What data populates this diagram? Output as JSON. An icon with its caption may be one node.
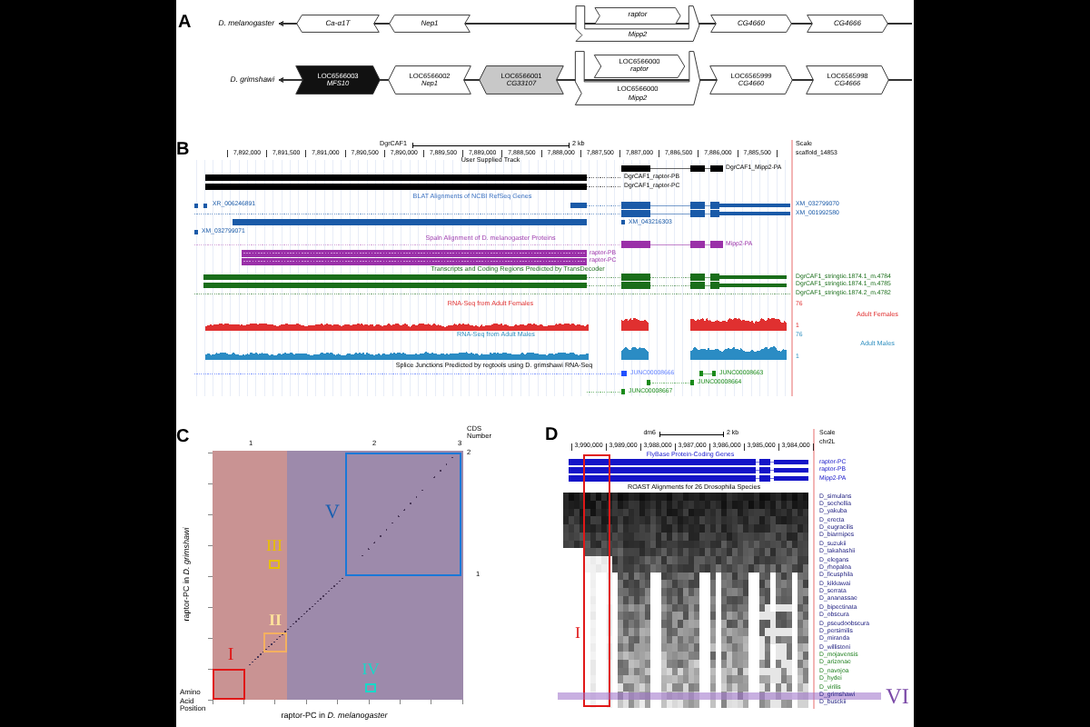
{
  "diagram": {
    "nodes": [
      {
        "text": [
          "Ca-α1T"
        ]
      },
      {
        "text": [
          "Nep1"
        ]
      },
      {
        "text": [
          "Mipp2"
        ]
      },
      {
        "text": [
          "raptor"
        ],
        "in": 2
      },
      {
        "text": [
          "CG4660"
        ]
      },
      {
        "text": [
          "CG4666"
        ]
      },
      {
        "text": [
          "LOC6566003",
          "MFS10"
        ]
      },
      {
        "text": [
          "LOC6566002",
          "Nep1"
        ]
      },
      {
        "text": [
          "LOC6566001",
          "CG33107"
        ]
      },
      {
        "text": [
          "LOC6566000",
          "Mipp2"
        ]
      },
      {
        "text": [
          "LOC6566000",
          "raptor"
        ],
        "in": 9
      },
      {
        "text": [
          "LOC6565999",
          "CG4660"
        ]
      },
      {
        "text": [
          "LOC6565998",
          "CG4666"
        ]
      },
      {
        "text": [
          "I"
        ]
      },
      {
        "text": [
          "II"
        ]
      },
      {
        "text": [
          "III"
        ]
      },
      {
        "text": [
          "IV"
        ]
      },
      {
        "text": [
          "V"
        ]
      },
      {
        "text": [
          "I"
        ]
      },
      {
        "text": [
          "VI"
        ]
      }
    ],
    "labels": [
      "A",
      "D. melanogaster",
      "D. grimshawi",
      "B",
      "DgrCAF1",
      "2 kb",
      "Scale",
      "7,892,000",
      "7,891,500",
      "7,891,000",
      "7,890,500",
      "7,890,000",
      "7,889,500",
      "7,889,000",
      "7,888,500",
      "7,888,000",
      "7,887,500",
      "7,887,000",
      "7,886,500",
      "7,886,000",
      "7,885,500",
      "scaffold_14853",
      "User Supplied Track",
      "DgrCAF1_Mipp2-PA",
      "DgrCAF1_raptor-PB",
      "DgrCAF1_raptor-PC",
      "BLAT Alignments of NCBI RefSeq Genes",
      "XR_006246891",
      "XM_032799070",
      "XM_001992580",
      "XM_043216303",
      "XM_032799071",
      "Spaln Alignment of D. melanogaster Proteins",
      "Mipp2-PA",
      "raptor-PB",
      "raptor-PC",
      "Transcripts and Coding Regions Predicted by TransDecoder",
      "DgrCAF1_stringtie.1874.1_m.4784",
      "DgrCAF1_stringtie.1874.1_m.4785",
      "DgrCAF1_stringtie.1874.2_m.4782",
      "RNA-Seq from Adult Females",
      "76",
      "Adult Females",
      "1",
      "RNA-Seq from Adult Males",
      "76",
      "Adult Males",
      "1",
      "Splice Junctions Predicted by regtools using D. grimshawi RNA-Seq",
      "JUNC00008666",
      "JUNC00008663",
      "JUNC00008664",
      "JUNC00008667",
      "C",
      "CDS Number",
      "1",
      "2",
      "3",
      "2",
      "1",
      "raptor-PC in *D. grimshawi*",
      "Amino Acid Position",
      "raptor-PC in *D. melanogaster*",
      "D",
      "dm6",
      "2 kb",
      "Scale",
      "3,990,000",
      "3,989,000",
      "3,988,000",
      "3,987,000",
      "3,986,000",
      "3,985,000",
      "3,984,000",
      "chr2L",
      "FlyBase Protein-Coding Genes",
      "raptor-PC",
      "raptor-PB",
      "Mipp2-PA",
      "ROAST Alignments for 26 Drosophila Species",
      "D_simulans",
      "D_sechellia",
      "D_yakuba",
      "D_erecta",
      "D_eugracilis",
      "D_biarmipes",
      "D_suzukii",
      "D_takahashii",
      "D_elegans",
      "D_rhopaloa",
      "D_ficusphila",
      "D_kikkawai",
      "D_serrata",
      "D_ananassae",
      "D_bipectinata",
      "D_obscura",
      "D_pseudoobscura",
      "D_persimilis",
      "D_miranda",
      "D_willistoni",
      "D_mojavensis",
      "D_arizonae",
      "D_navojoa",
      "D_hydei",
      "D_virilis",
      "D_grimshawi",
      "D_busckii"
    ]
  }
}
